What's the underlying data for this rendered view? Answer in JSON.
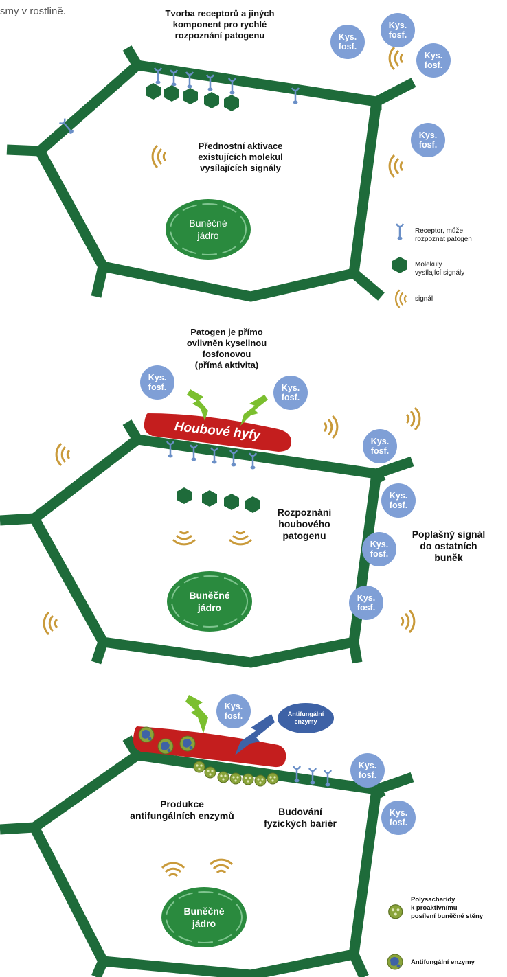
{
  "top_text": "smy v rostlině.",
  "panel1": {
    "heading": [
      "Tvorba receptorů a jiných",
      "komponent pro rychlé",
      "rozpoznání patogenu"
    ],
    "center_text": [
      "Přednostní aktivace",
      "existujících molekul",
      "vysílajících signály"
    ],
    "nucleus": [
      "Buněčné",
      "jádro"
    ],
    "bubble": [
      "Kys.",
      "fosf."
    ]
  },
  "legend1": {
    "receptor": [
      "Receptor, může",
      "rozpoznat patogen"
    ],
    "molecules": [
      "Molekuly",
      "vysílající signály"
    ],
    "signal": "signál"
  },
  "panel2": {
    "heading": [
      "Patogen je přímo",
      "ovlivněn kyselinou",
      "fosfonovou",
      "(přímá aktivita)"
    ],
    "hyphae": "Houbové hyfy",
    "recognition": [
      "Rozpoznání",
      "houbového",
      "patogenu"
    ],
    "alarm": [
      "Poplašný signál",
      "do ostatních",
      "buněk"
    ],
    "nucleus": [
      "Buněčné",
      "jádro"
    ],
    "bubble": [
      "Kys.",
      "fosf."
    ]
  },
  "panel3": {
    "enzyme_tag": [
      "Antifungální",
      "enzymy"
    ],
    "production": [
      "Produkce",
      "antifungálních enzymů"
    ],
    "barriers": [
      "Budování",
      "fyzických bariér"
    ],
    "nucleus": [
      "Buněčné",
      "jádro"
    ],
    "bubble": [
      "Kys.",
      "fosf."
    ]
  },
  "legend3": {
    "polysaccharides": [
      "Polysacharidy",
      "k proaktivnímu",
      "posílení buněčné stěny"
    ],
    "enzymes": "Antifungální enzymy"
  },
  "colors": {
    "wall": "#1e6b3a",
    "nucleus": "#2a8a3e",
    "bubble": "#7f9fd6",
    "receptor": "#6a8fc7",
    "signal": "#c99a3a",
    "hyphae": "#c41e1e",
    "lightning": "#7bbf2f",
    "enzyme": "#3e62a6",
    "polysaccharide": "#8aa43a"
  }
}
